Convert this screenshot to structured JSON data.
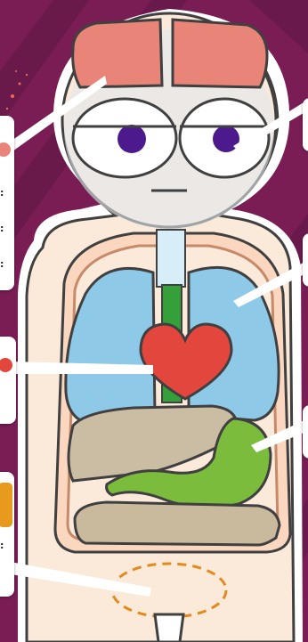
{
  "palette": {
    "background": "#7a1d55",
    "background_dark": "#4a1438",
    "body_fill": "#fbe9da",
    "body_outline": "#404040",
    "torso_outline": "#ffffff",
    "brain": "#e98479",
    "eye_white": "#ffffff",
    "iris": "#4d1a8d",
    "lungs": "#8ec9e8",
    "trachea": "#d7eef8",
    "esophagus": "#35a03a",
    "heart": "#e2463c",
    "liver": "#cbbca4",
    "stomach": "#7cbc3d",
    "intestine": "#c9b99d",
    "bladder_marker": "#e38a1c",
    "card": "#ffffff",
    "pointer": "#ffffff"
  },
  "organs": {
    "brain": "brain",
    "eyes": "eyes",
    "lungs": "lungs",
    "heart": "heart",
    "stomach": "stomach",
    "liver": "liver",
    "intestines": "intestines",
    "bladder": "bladder"
  },
  "icons": {
    "left_card_1": "red-dot-icon",
    "left_card_2": "red-dot-icon",
    "left_card_3": "orange-tag-icon"
  }
}
